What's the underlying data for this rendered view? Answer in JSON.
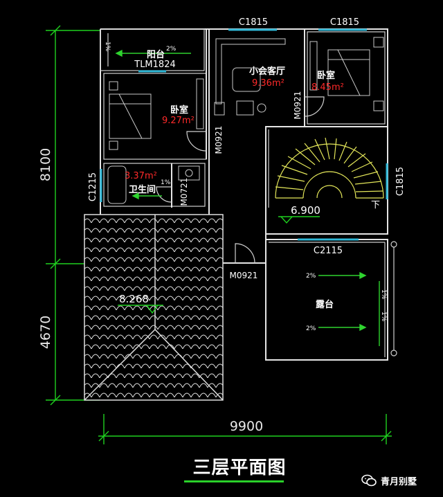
{
  "plan": {
    "dimensions": {
      "top_left_vertical": "8100",
      "bottom_left_vertical": "4670",
      "bottom_horizontal": "9900"
    },
    "windows": {
      "c1815_top_a": "C1815",
      "c1815_top_b": "C1815",
      "c1815_right": "C1815",
      "c1215_left": "C1215",
      "c2115": "C2115",
      "tlm1824": "TLM1824"
    },
    "doors": {
      "m0921_bedroom": "M0921",
      "m0921_bedroom2": "M0921",
      "m0721_bath": "M0721",
      "m0921_terrace": "M0921"
    },
    "rooms": {
      "balcony": {
        "label": "阳台",
        "slope": "2%",
        "slope_side": "1%"
      },
      "bedroom_left": {
        "label": "卧室",
        "area": "9.27m²"
      },
      "small_living": {
        "label": "小会客厅",
        "area": "9.36m²"
      },
      "bedroom_right": {
        "label": "卧室",
        "area": "8.45m²"
      },
      "bathroom": {
        "label": "卫生间",
        "area": "3.37m²",
        "slope": "1%"
      },
      "terrace": {
        "label": "露台",
        "slope_top": "2%",
        "slope_bottom": "2%",
        "slope_right_a": "1%",
        "slope_right_b": "1%"
      }
    },
    "elevations": {
      "stair_level": "6.900",
      "roof_level": "8.268"
    },
    "stair_down_mark": "下"
  },
  "caption": "三层平面图",
  "watermark": "青月别墅",
  "colors": {
    "background": "#000000",
    "walls": "#e6e6e6",
    "windows": "#2fb7d6",
    "dimensions": "#1fd11f",
    "area_text": "#ff2a2a",
    "stairs": "#e5e85a"
  }
}
